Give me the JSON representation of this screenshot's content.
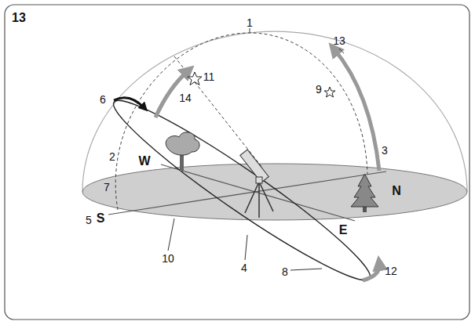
{
  "diagram": {
    "labels": [
      "13",
      "1",
      "11",
      "13",
      "9",
      "6",
      "14",
      "3",
      "N",
      "2",
      "W",
      "7",
      "5",
      "S",
      "E",
      "10",
      "4",
      "8",
      "12"
    ]
  }
}
